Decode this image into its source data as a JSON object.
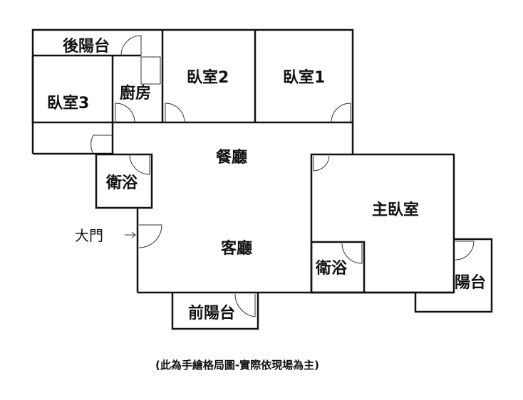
{
  "rooms": {
    "back_balcony": "後陽台",
    "bedroom3": "臥室3",
    "kitchen": "廚房",
    "bedroom2": "臥室2",
    "bedroom1": "臥室1",
    "dining": "餐廳",
    "bathroom1": "衛浴",
    "living": "客廳",
    "master_bedroom": "主臥室",
    "bathroom2": "衛浴",
    "balcony": "陽台",
    "front_balcony": "前陽台"
  },
  "entrance_label": "大門",
  "caption": "(此為手繪格局圖-實際依現場為主)"
}
